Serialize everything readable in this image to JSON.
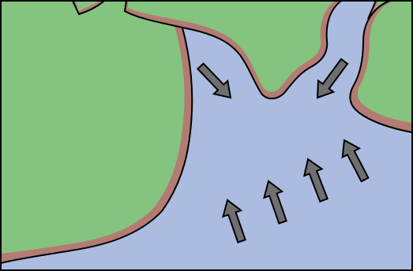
{
  "diagram": {
    "colors": {
      "water": "#abbce0",
      "land": "#85c47e",
      "shore": "#b37b73",
      "outline": "#000000",
      "arrow_fill": "#6f6f6f",
      "frame": "#000000"
    },
    "regions": [
      {
        "name": "land-left",
        "kind": "land"
      },
      {
        "name": "land-top-middle",
        "kind": "land"
      },
      {
        "name": "land-top-right-sliver",
        "kind": "land"
      },
      {
        "name": "land-right",
        "kind": "land"
      }
    ],
    "arrows": [
      {
        "name": "arrow-inflow-left-channel",
        "direction": "down-right"
      },
      {
        "name": "arrow-inflow-right-channel",
        "direction": "down-left"
      },
      {
        "name": "arrow-wave-1",
        "direction": "up"
      },
      {
        "name": "arrow-wave-2",
        "direction": "up"
      },
      {
        "name": "arrow-wave-3",
        "direction": "up"
      },
      {
        "name": "arrow-wave-4",
        "direction": "up"
      }
    ]
  }
}
